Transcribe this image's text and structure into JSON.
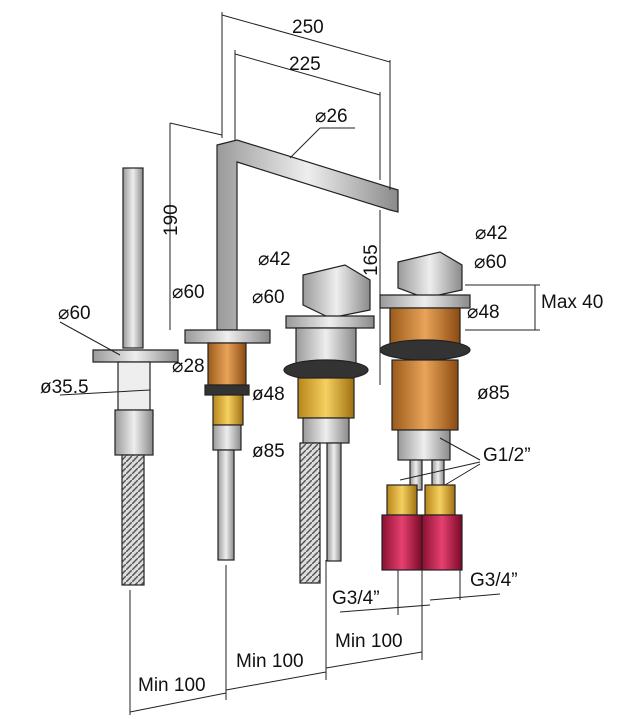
{
  "title": "Deck-mounted 4-hole bath mixer dimension drawing",
  "dimensions": {
    "spout_reach_outer": "250",
    "spout_reach_inner": "225",
    "spout_diameter": "⌀26",
    "spout_height": "190",
    "spout_height_inner": "165",
    "mixer_handle_diameter": "⌀42",
    "spout_base_diameter": "⌀60",
    "mixer_base_diameter": "⌀60",
    "shower_base_diameter": "⌀60",
    "shower_hose_diameter": "ø35.5",
    "spout_pipe_diameter": "⌀28",
    "mixer_body_diameter": "ø48",
    "mixer_flange_diameter": "ø85",
    "diverter_handle_diameter": "⌀42",
    "diverter_base_diameter": "⌀60",
    "diverter_body_diameter": "⌀48",
    "max_deck_thickness": "Max 40",
    "diverter_flange_diameter": "ø85",
    "connection_thread": "G1/2”",
    "valve_thread_left": "G3/4”",
    "valve_thread_right": "G3/4”",
    "spacing_1": "Min 100",
    "spacing_2": "Min 100",
    "spacing_3": "Min 100"
  },
  "colors": {
    "brass": "#c8862f",
    "valve_red": "#c8204a",
    "chrome": "#c8c8c8"
  }
}
